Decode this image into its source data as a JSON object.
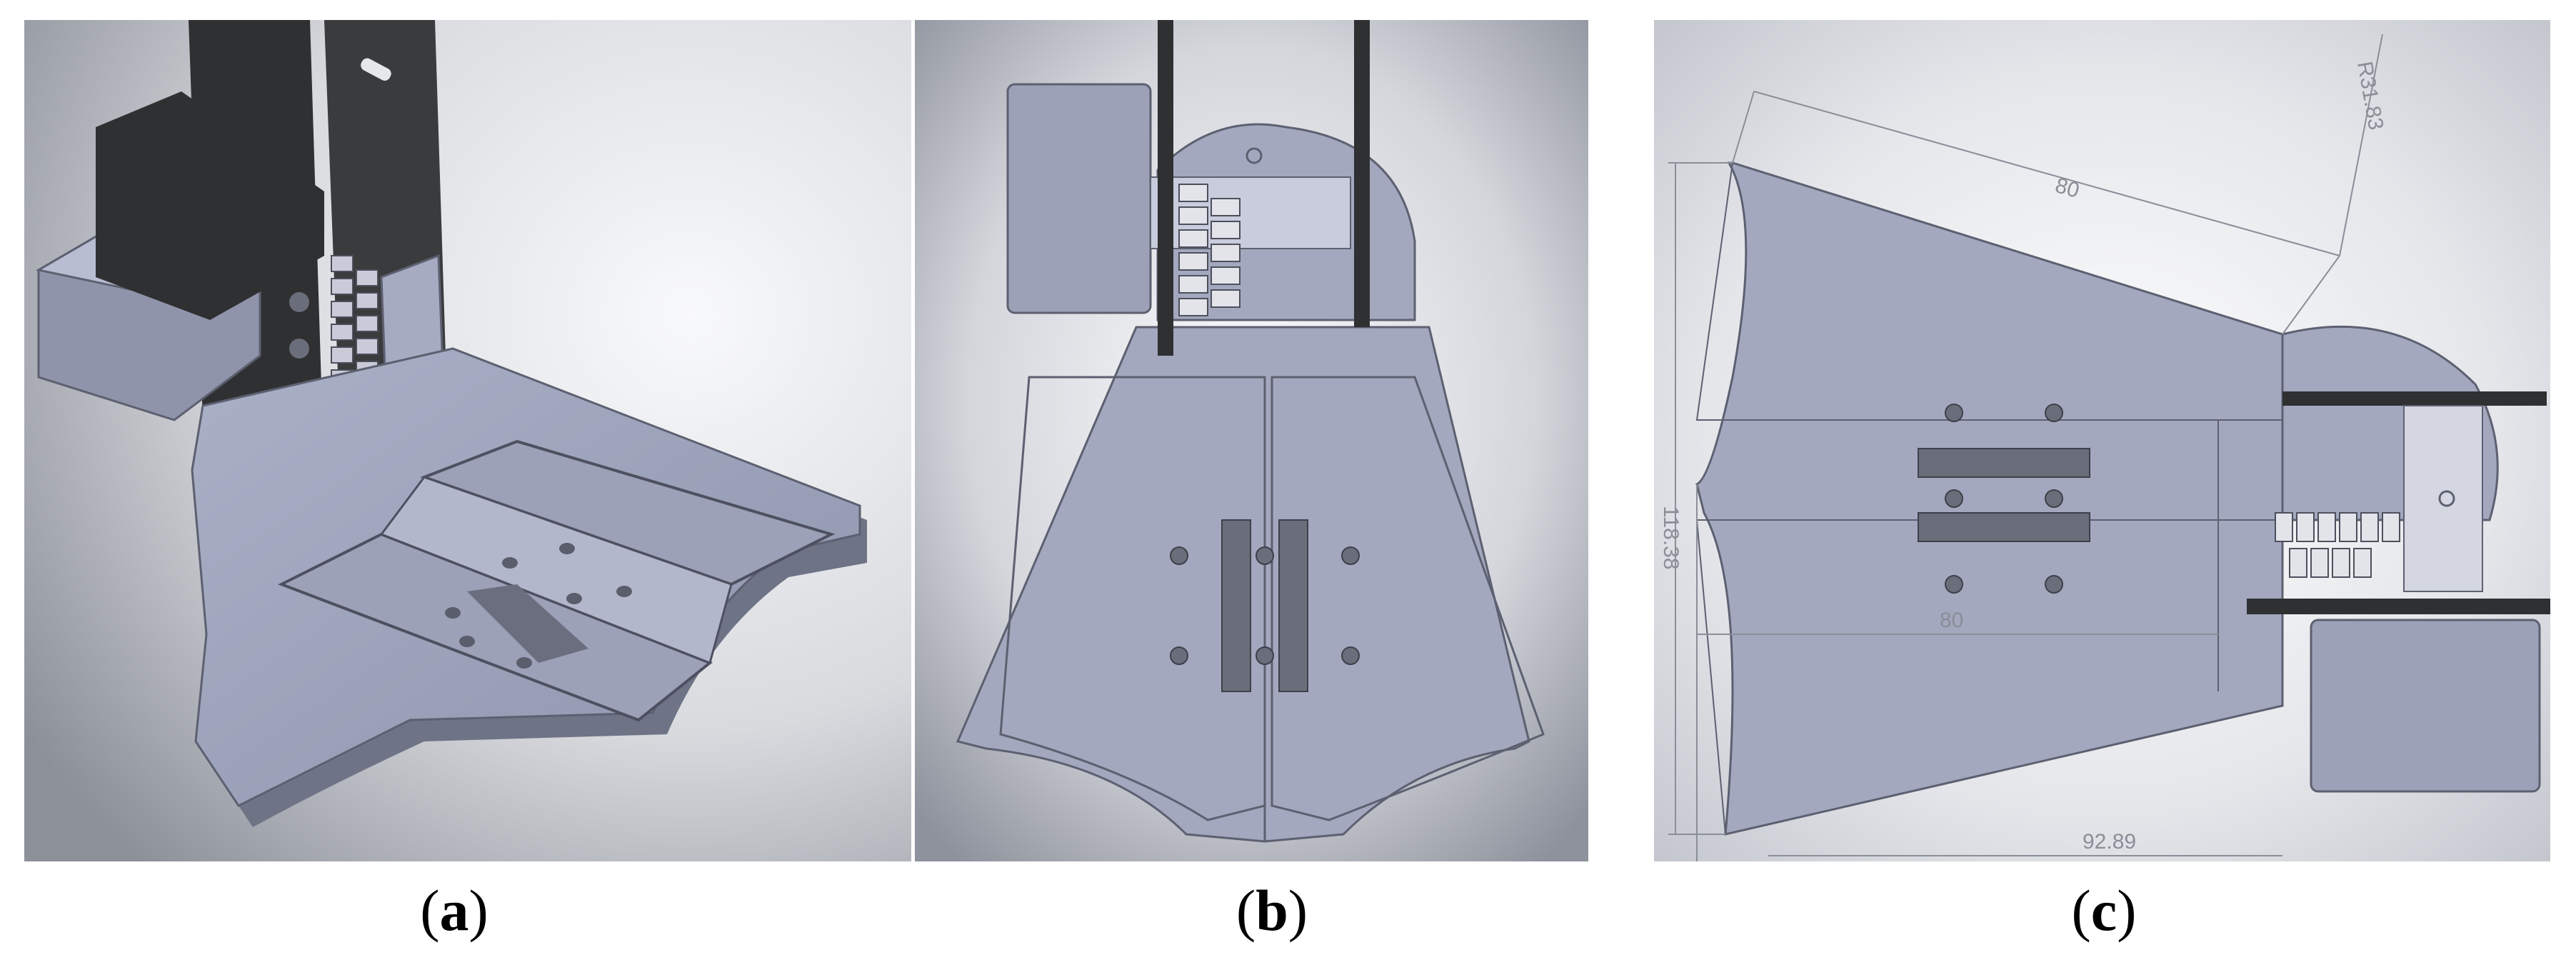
{
  "panels": [
    {
      "id": "a",
      "label": "a"
    },
    {
      "id": "b",
      "label": "b"
    },
    {
      "id": "c",
      "label": "c"
    }
  ],
  "dimensions": {
    "top_edge": "80",
    "radius": "R31.83",
    "height": "118.38",
    "inner_length": "80",
    "bottom_length": "92.89"
  },
  "colors": {
    "part_body": "#a0a6be",
    "part_edge": "#5c6070",
    "dark_plate": "#2f3032",
    "dimension_line": "#8a8e98",
    "background_light": "#f4f5f8",
    "background_dark": "#9ea2ae"
  }
}
